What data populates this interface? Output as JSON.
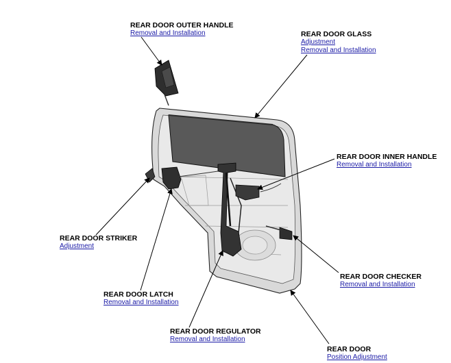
{
  "callouts": {
    "outer_handle": {
      "title": "REAR DOOR OUTER HANDLE",
      "links": [
        "Removal and Installation"
      ]
    },
    "glass": {
      "title": "REAR DOOR GLASS",
      "links": [
        "Adjustment",
        "Removal and Installation"
      ]
    },
    "inner_handle": {
      "title": "REAR DOOR INNER HANDLE",
      "links": [
        "Removal and Installation"
      ]
    },
    "striker": {
      "title": "REAR DOOR STRIKER",
      "links": [
        "Adjustment"
      ]
    },
    "checker": {
      "title": "REAR DOOR CHECKER",
      "links": [
        "Removal and Installation"
      ]
    },
    "latch": {
      "title": "REAR DOOR LATCH",
      "links": [
        "Removal and Installation"
      ]
    },
    "regulator": {
      "title": "REAR DOOR REGULATOR",
      "links": [
        "Removal and Installation"
      ]
    },
    "door": {
      "title": "REAR DOOR",
      "links": [
        "Position Adjustment"
      ]
    }
  },
  "colors": {
    "link": "#1a1aa6",
    "door_panel": "#d9d9d9",
    "glass": "#595959"
  }
}
